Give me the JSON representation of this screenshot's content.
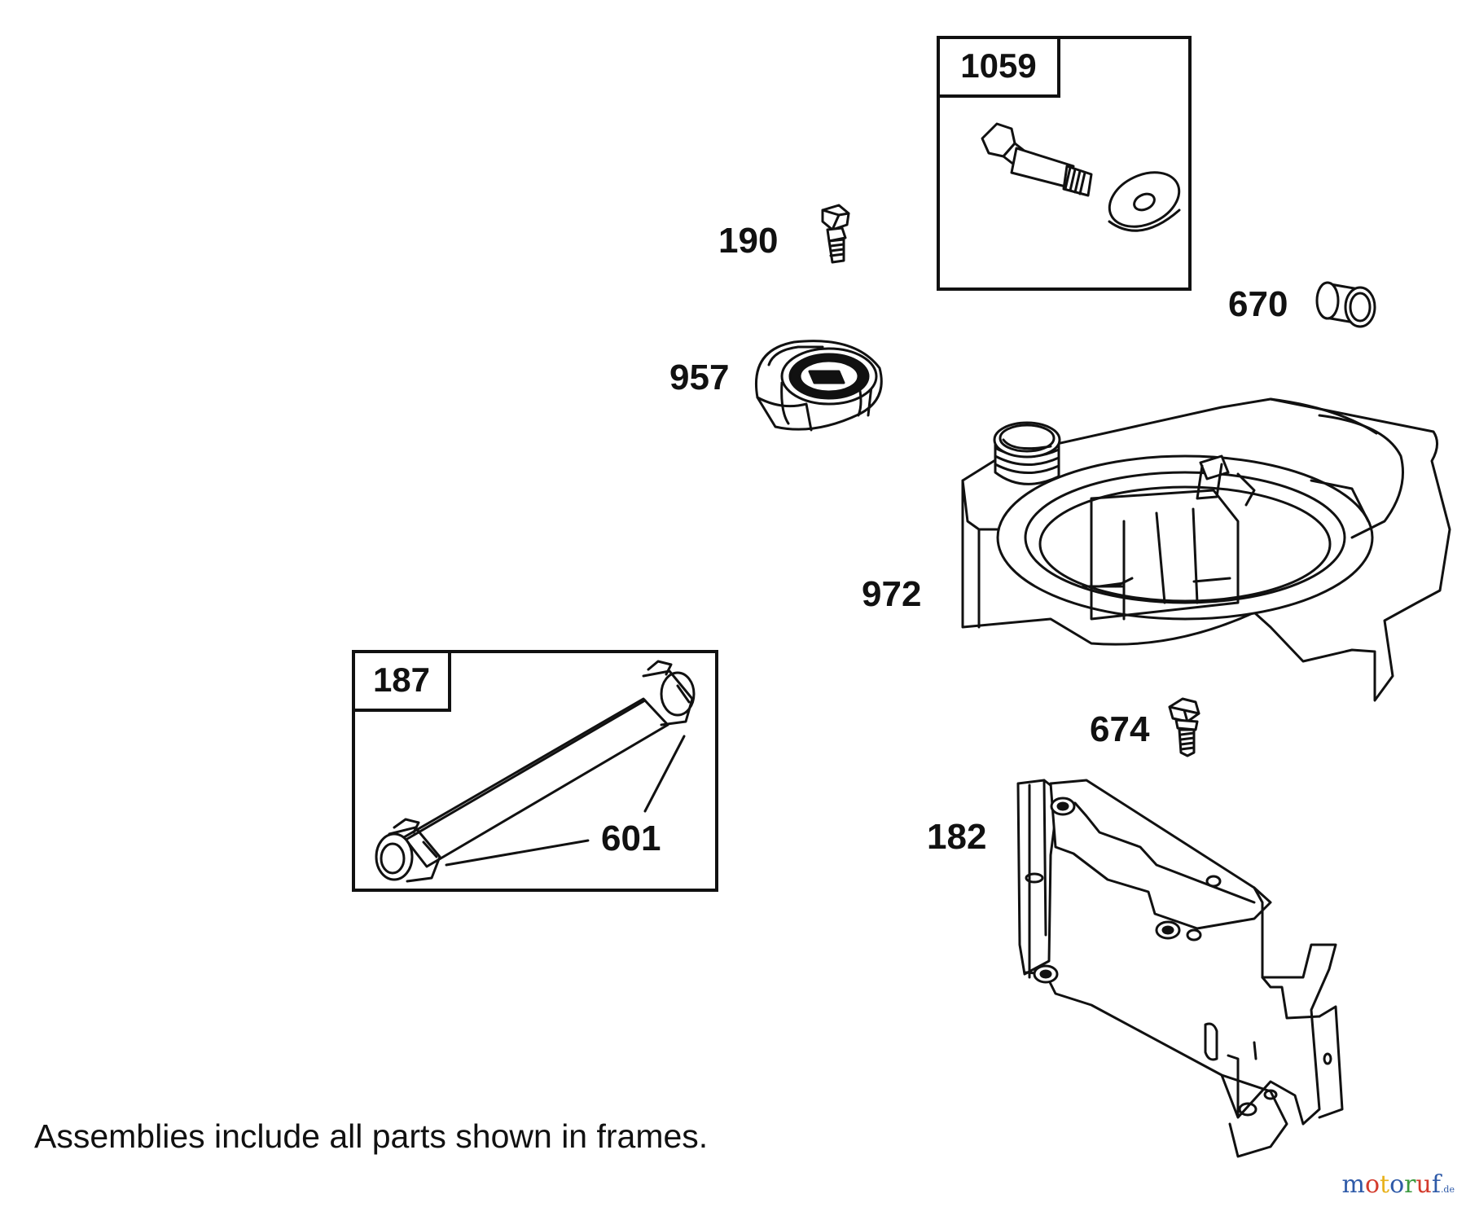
{
  "diagram": {
    "callouts": {
      "p1059": "1059",
      "p190": "190",
      "p670": "670",
      "p957": "957",
      "p972": "972",
      "p187": "187",
      "p601": "601",
      "p674": "674",
      "p182": "182"
    },
    "footnote": "Assemblies include all parts shown in frames.",
    "watermark": {
      "letters": [
        "m",
        "o",
        "t",
        "o",
        "r",
        "u",
        "f"
      ],
      "colors": [
        "#2e5aa8",
        "#d33a2c",
        "#e8b21c",
        "#2e5aa8",
        "#3b9a3f",
        "#d33a2c",
        "#2e5aa8"
      ],
      "suffix": ".de"
    }
  }
}
